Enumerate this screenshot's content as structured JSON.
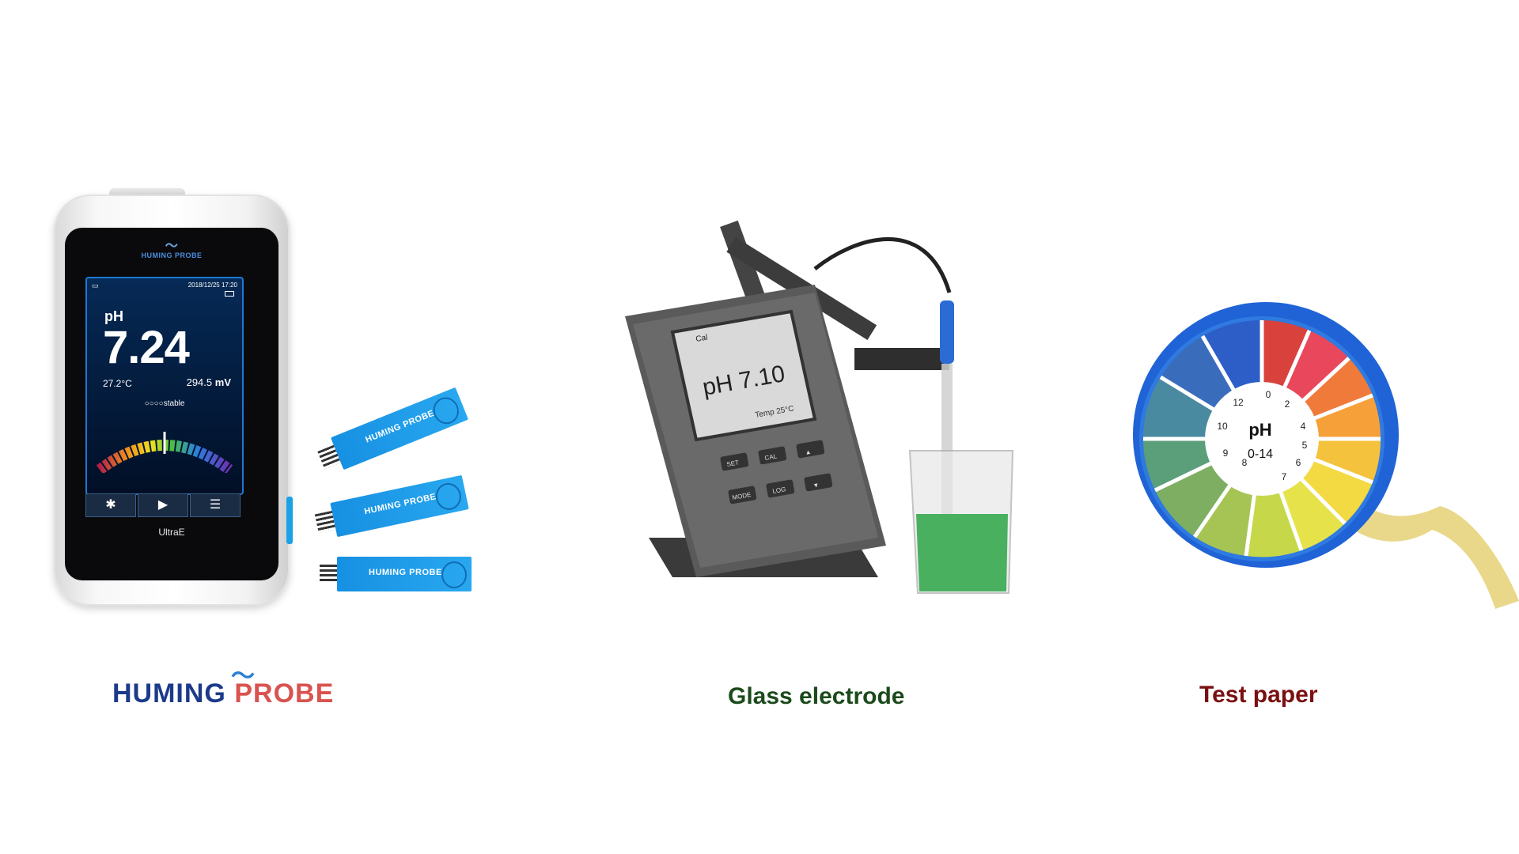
{
  "device": {
    "brand": "HUMING PROBE",
    "datetime": "2018/12/25 17:20",
    "param_label": "pH",
    "ph_value": "7.24",
    "temperature": "27.2°C",
    "mv_value": "294.5",
    "mv_unit": "mV",
    "status": "stable",
    "model": "UltraE",
    "buttons": [
      "settings",
      "play",
      "list"
    ]
  },
  "strips": {
    "label": "HUMING PROBE"
  },
  "meter": {
    "display": "pH 7.10",
    "temp": "Temp 25°C",
    "indicator": "Cal",
    "keys": [
      "SET",
      "CAL",
      "MODE",
      "LOG"
    ]
  },
  "paper": {
    "center_label": "pH",
    "range": "0-14",
    "numbers": [
      "0",
      "2",
      "4",
      "5",
      "6",
      "7",
      "8",
      "9",
      "10",
      "12"
    ]
  },
  "captions": {
    "brand_part1": "HUMING",
    "brand_part2": "PROBE",
    "glass": "Glass electrode",
    "paper": "Test paper"
  },
  "colors": {
    "brand_blue": "#1c3a8a",
    "brand_red": "#d9534f",
    "glass_caption": "#1b4a1b",
    "paper_caption": "#7a1010"
  }
}
